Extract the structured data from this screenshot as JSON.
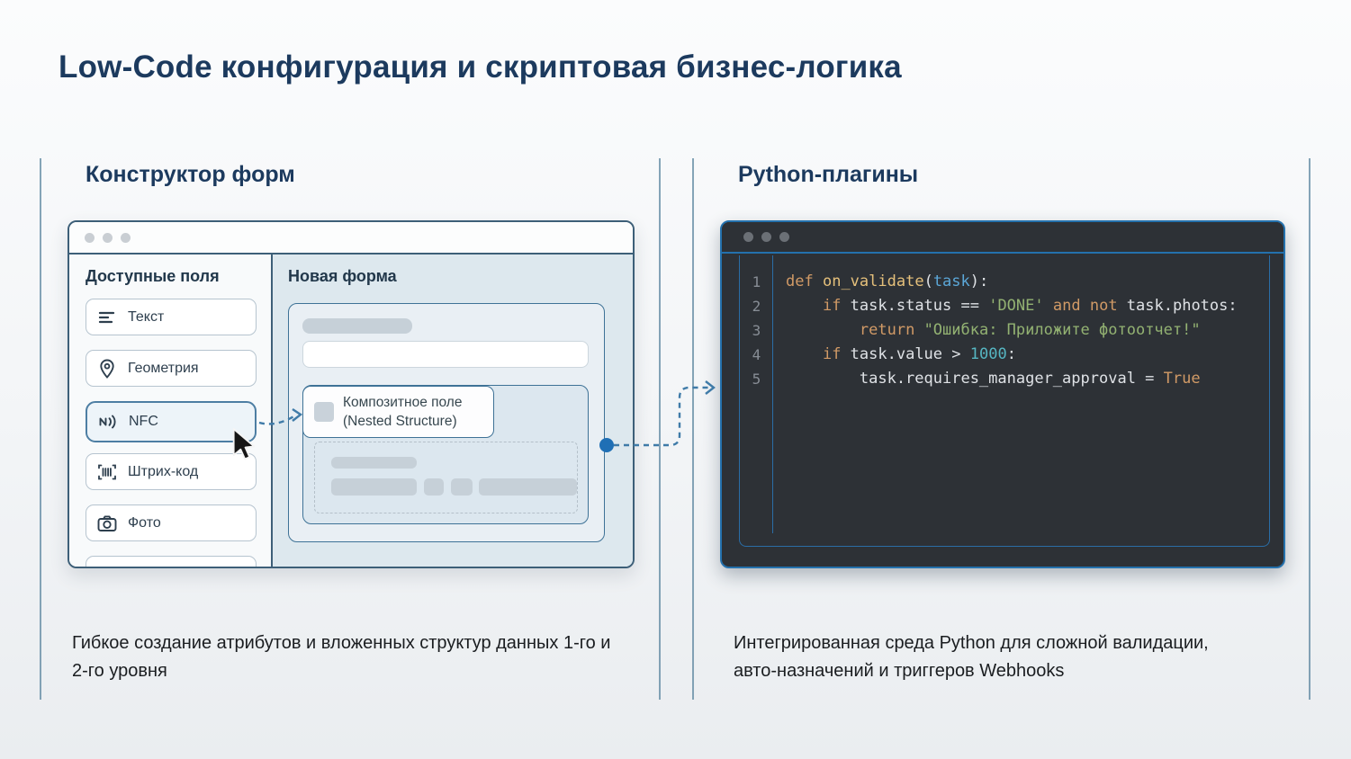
{
  "title": "Low-Code конфигурация и скриптовая бизнес-логика",
  "left_panel": {
    "header": "Конструктор форм",
    "window": {
      "fields_column_title": "Доступные поля",
      "fields": [
        {
          "icon": "text-lines-icon",
          "label": "Текст",
          "highlighted": false
        },
        {
          "icon": "location-pin-icon",
          "label": "Геометрия",
          "highlighted": false
        },
        {
          "icon": "nfc-icon",
          "label": "NFC",
          "highlighted": true
        },
        {
          "icon": "barcode-icon",
          "label": "Штрих-код",
          "highlighted": false
        },
        {
          "icon": "camera-icon",
          "label": "Фото",
          "highlighted": false
        }
      ],
      "form_column_title": "Новая форма",
      "composite_field": {
        "title": "Композитное поле",
        "subtitle": "(Nested Structure)"
      }
    },
    "caption": "Гибкое создание атрибутов и вложенных структур данных 1-го и 2-го уровня"
  },
  "right_panel": {
    "header": "Python-плагины",
    "code": {
      "lines": [
        {
          "no": "1",
          "tokens": [
            [
              "kw",
              "def"
            ],
            [
              "d",
              " "
            ],
            [
              "fn",
              "on_validate"
            ],
            [
              "d",
              "("
            ],
            [
              "arg",
              "task"
            ],
            [
              "d",
              "):"
            ]
          ]
        },
        {
          "no": "2",
          "tokens": [
            [
              "d",
              "    "
            ],
            [
              "kw",
              "if"
            ],
            [
              "d",
              " task.status == "
            ],
            [
              "str",
              "'DONE'"
            ],
            [
              "d",
              " "
            ],
            [
              "kw",
              "and"
            ],
            [
              "d",
              " "
            ],
            [
              "kw",
              "not"
            ],
            [
              "d",
              " task.photos:"
            ]
          ]
        },
        {
          "no": "3",
          "tokens": [
            [
              "d",
              "        "
            ],
            [
              "kw",
              "return"
            ],
            [
              "d",
              " "
            ],
            [
              "str",
              "\"Ошибка: Приложите фотоотчет!\""
            ]
          ]
        },
        {
          "no": "4",
          "tokens": [
            [
              "d",
              "    "
            ],
            [
              "kw",
              "if"
            ],
            [
              "d",
              " task.value > "
            ],
            [
              "num",
              "1000"
            ],
            [
              "d",
              ":"
            ]
          ]
        },
        {
          "no": "5",
          "tokens": [
            [
              "d",
              "        task.requires_manager_approval = "
            ],
            [
              "kw",
              "True"
            ]
          ]
        }
      ]
    },
    "caption": "Интегрированная среда Python для сложной валидации, авто-назначений и триггеров Webhooks"
  },
  "colors": {
    "accent_navy": "#1c3a5e",
    "divider_blue": "#5d87a0",
    "builder_window_border": "#3d5f78",
    "highlight_blue": "#4d7ea3",
    "connector_blue": "#3f7ba8",
    "dot_blue": "#1f6fb5",
    "code_window_border": "#2471ad",
    "code_background": "#2d3136",
    "syntax_keyword": "#d19a66",
    "syntax_function": "#e5c07b",
    "syntax_argument": "#5ba7d8",
    "syntax_string": "#93b272",
    "syntax_number": "#56b6c2",
    "syntax_default": "#dfe2e6"
  }
}
